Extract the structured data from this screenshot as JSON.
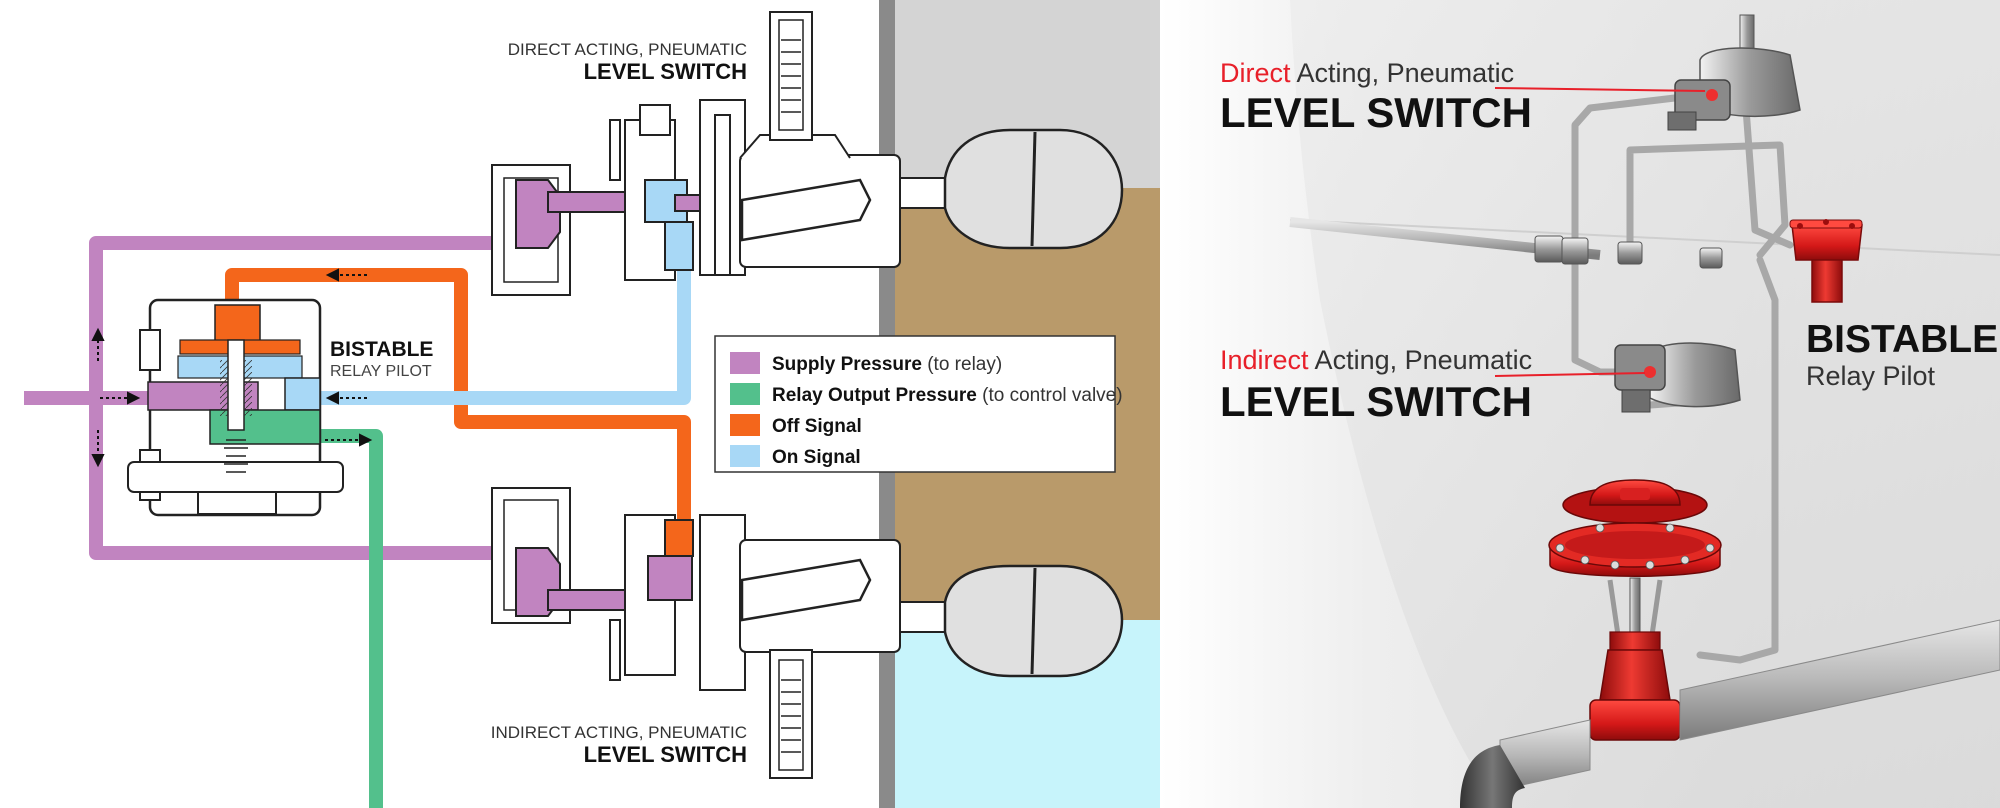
{
  "left": {
    "top_switch": {
      "subtitle": "DIRECT ACTING, PNEUMATIC",
      "title": "LEVEL SWITCH"
    },
    "bottom_switch": {
      "subtitle": "INDIRECT ACTING, PNEUMATIC",
      "title": "LEVEL SWITCH"
    },
    "relay": {
      "title": "BISTABLE",
      "subtitle": "RELAY PILOT"
    },
    "legend": [
      {
        "bold": "Supply Pressure",
        "note": "(to relay)",
        "color": "#c184c0"
      },
      {
        "bold": "Relay Output Pressure",
        "note": "(to control valve)",
        "color": "#53c08c"
      },
      {
        "bold": "Off Signal",
        "note": "",
        "color": "#f4661b"
      },
      {
        "bold": "On Signal",
        "note": "",
        "color": "#a8d8f6"
      }
    ]
  },
  "right": {
    "direct": {
      "accent": "Direct",
      "rest": " Acting, Pneumatic",
      "title": "LEVEL SWITCH"
    },
    "indirect": {
      "accent": "Indirect",
      "rest": " Acting, Pneumatic",
      "title": "LEVEL SWITCH"
    },
    "relay": {
      "title": "BISTABLE",
      "subtitle": "Relay Pilot"
    }
  },
  "colors": {
    "supply": "#c184c0",
    "output": "#53c08c",
    "off": "#f4661b",
    "on": "#a8d8f6",
    "accent_red": "#e8202a",
    "tank_gray": "#d4d4d4",
    "soil": "#b99a6a",
    "liquid": "#c7f4fb",
    "wall": "#8a8a8a"
  }
}
